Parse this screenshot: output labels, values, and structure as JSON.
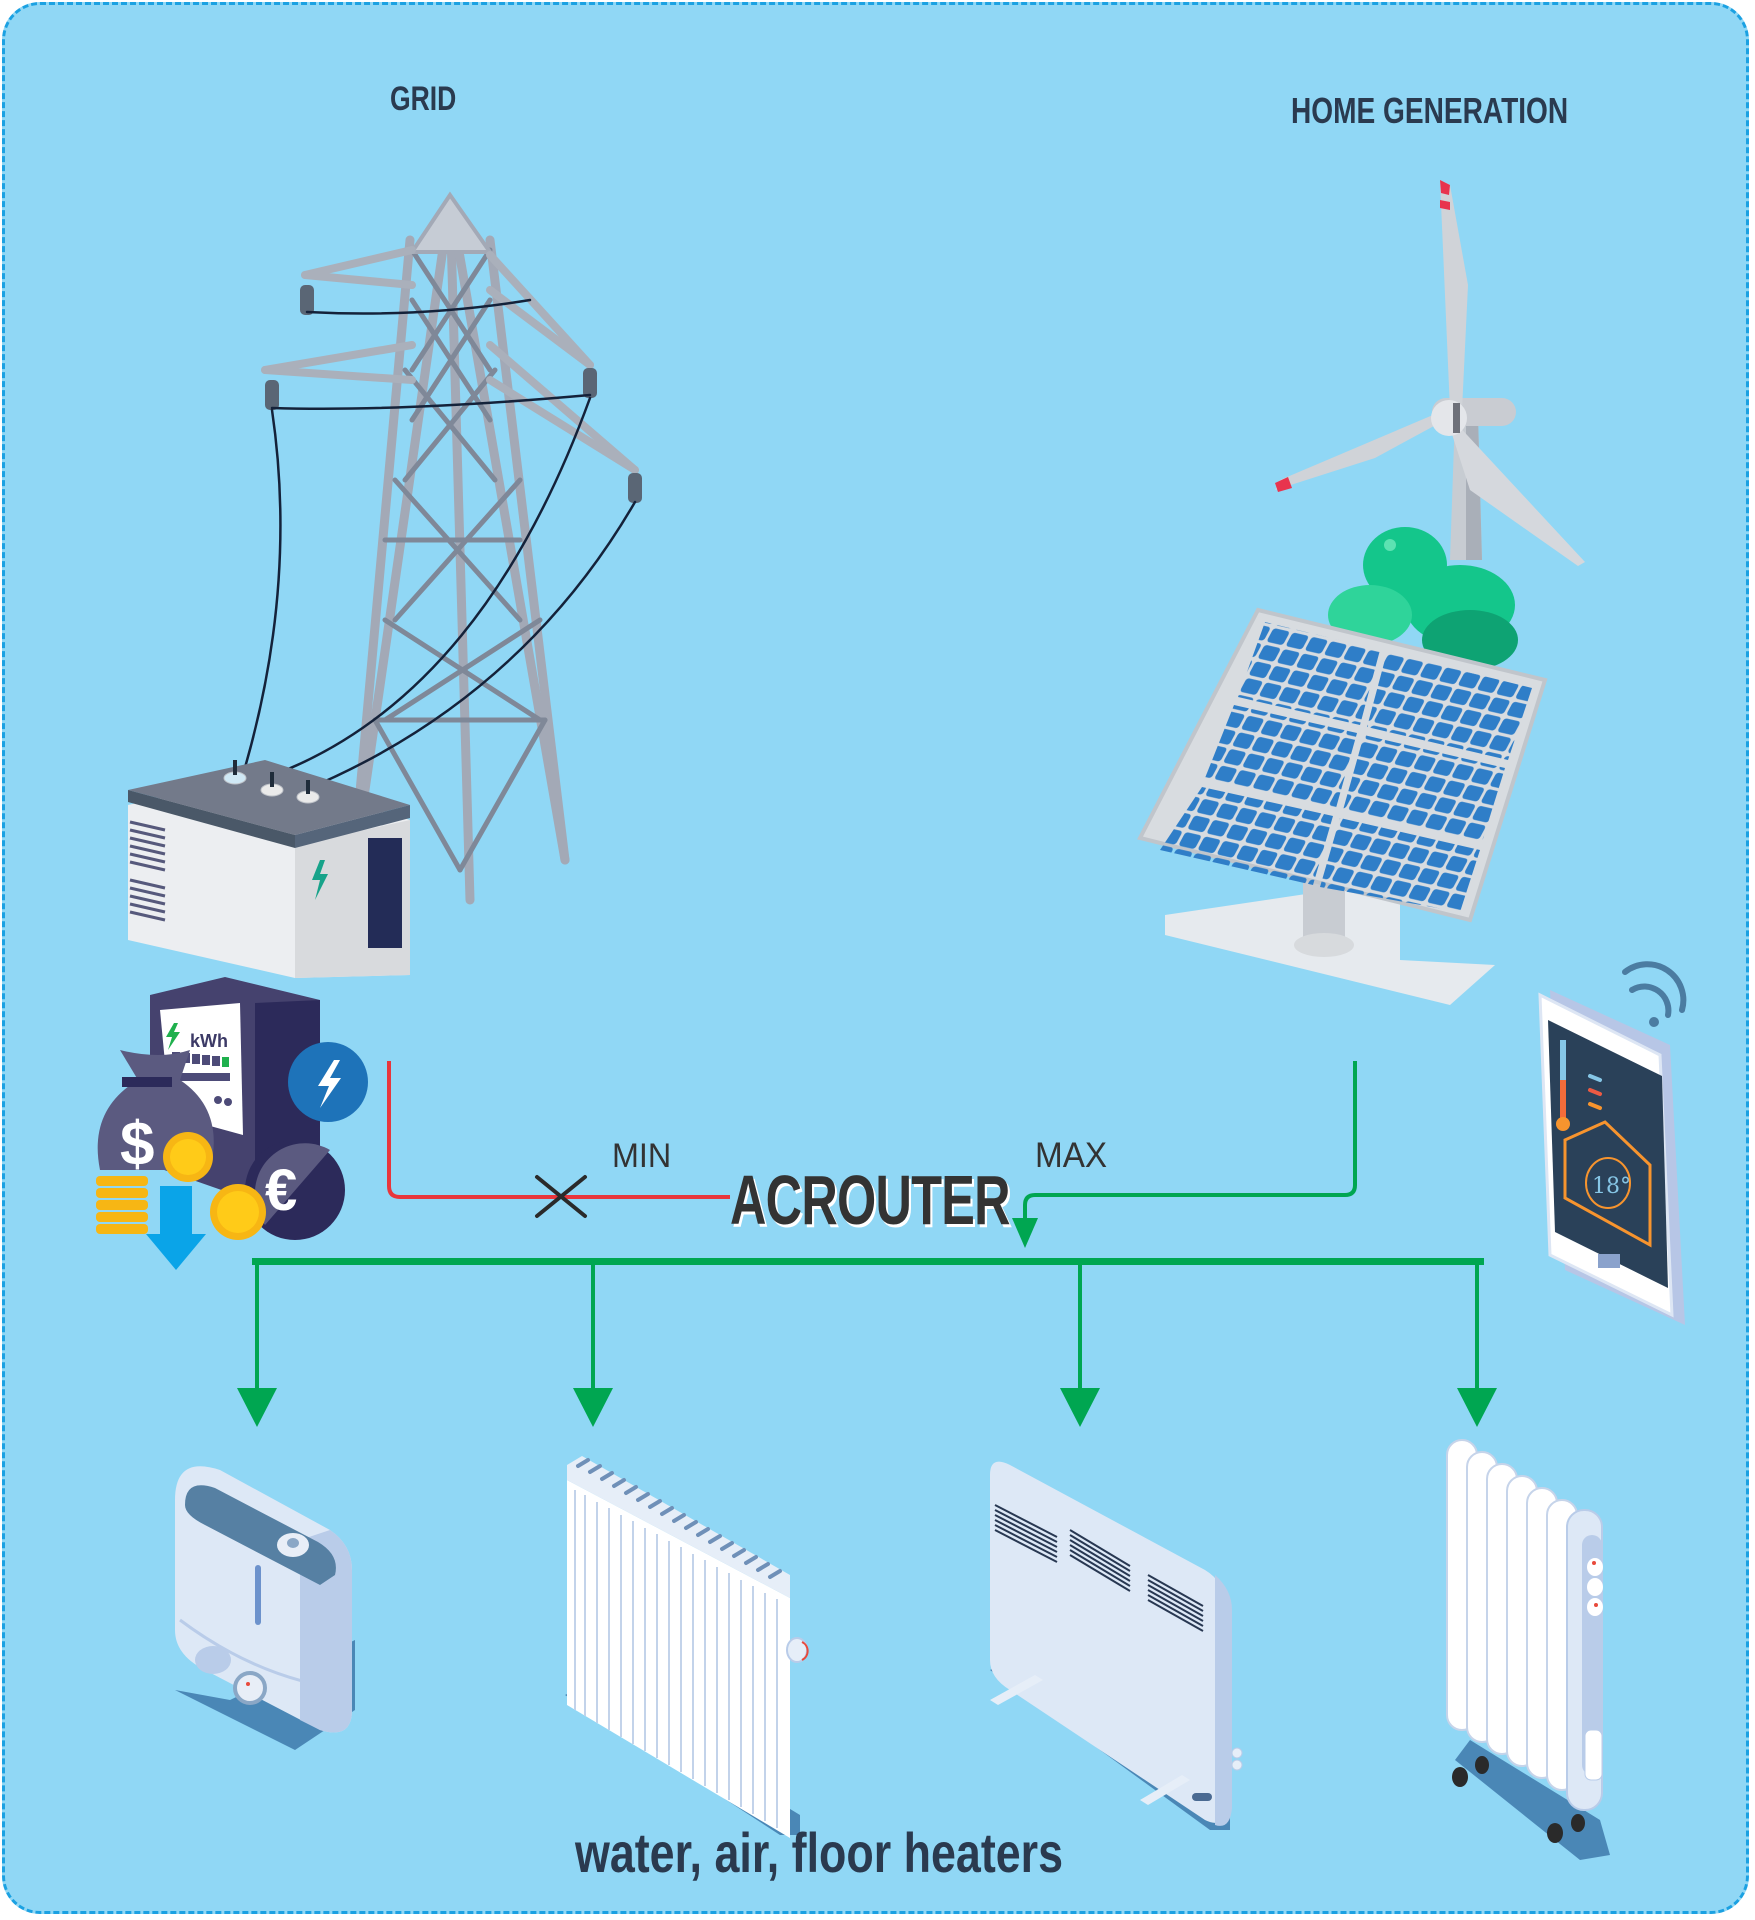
{
  "diagram": {
    "sources": {
      "grid_title": "GRID",
      "home_generation_title": "HOME GENERATION"
    },
    "router": {
      "label": "ACROUTER",
      "grid_priority_label": "MIN",
      "home_priority_label": "MAX"
    },
    "meter": {
      "unit_label": "kWh",
      "currency_symbols": [
        "$",
        "€"
      ]
    },
    "thermostat": {
      "temperature": "18°"
    },
    "loads": {
      "caption": "water, air, floor heaters",
      "items": [
        "water-heater",
        "panel-radiator",
        "convector-heater",
        "oil-heater"
      ]
    },
    "colors": {
      "background": "#90d7f5",
      "border": "#1ba1e2",
      "grid_line": "#e8363c",
      "green_flow": "#00a651",
      "title_text": "#2a3a4f"
    }
  }
}
